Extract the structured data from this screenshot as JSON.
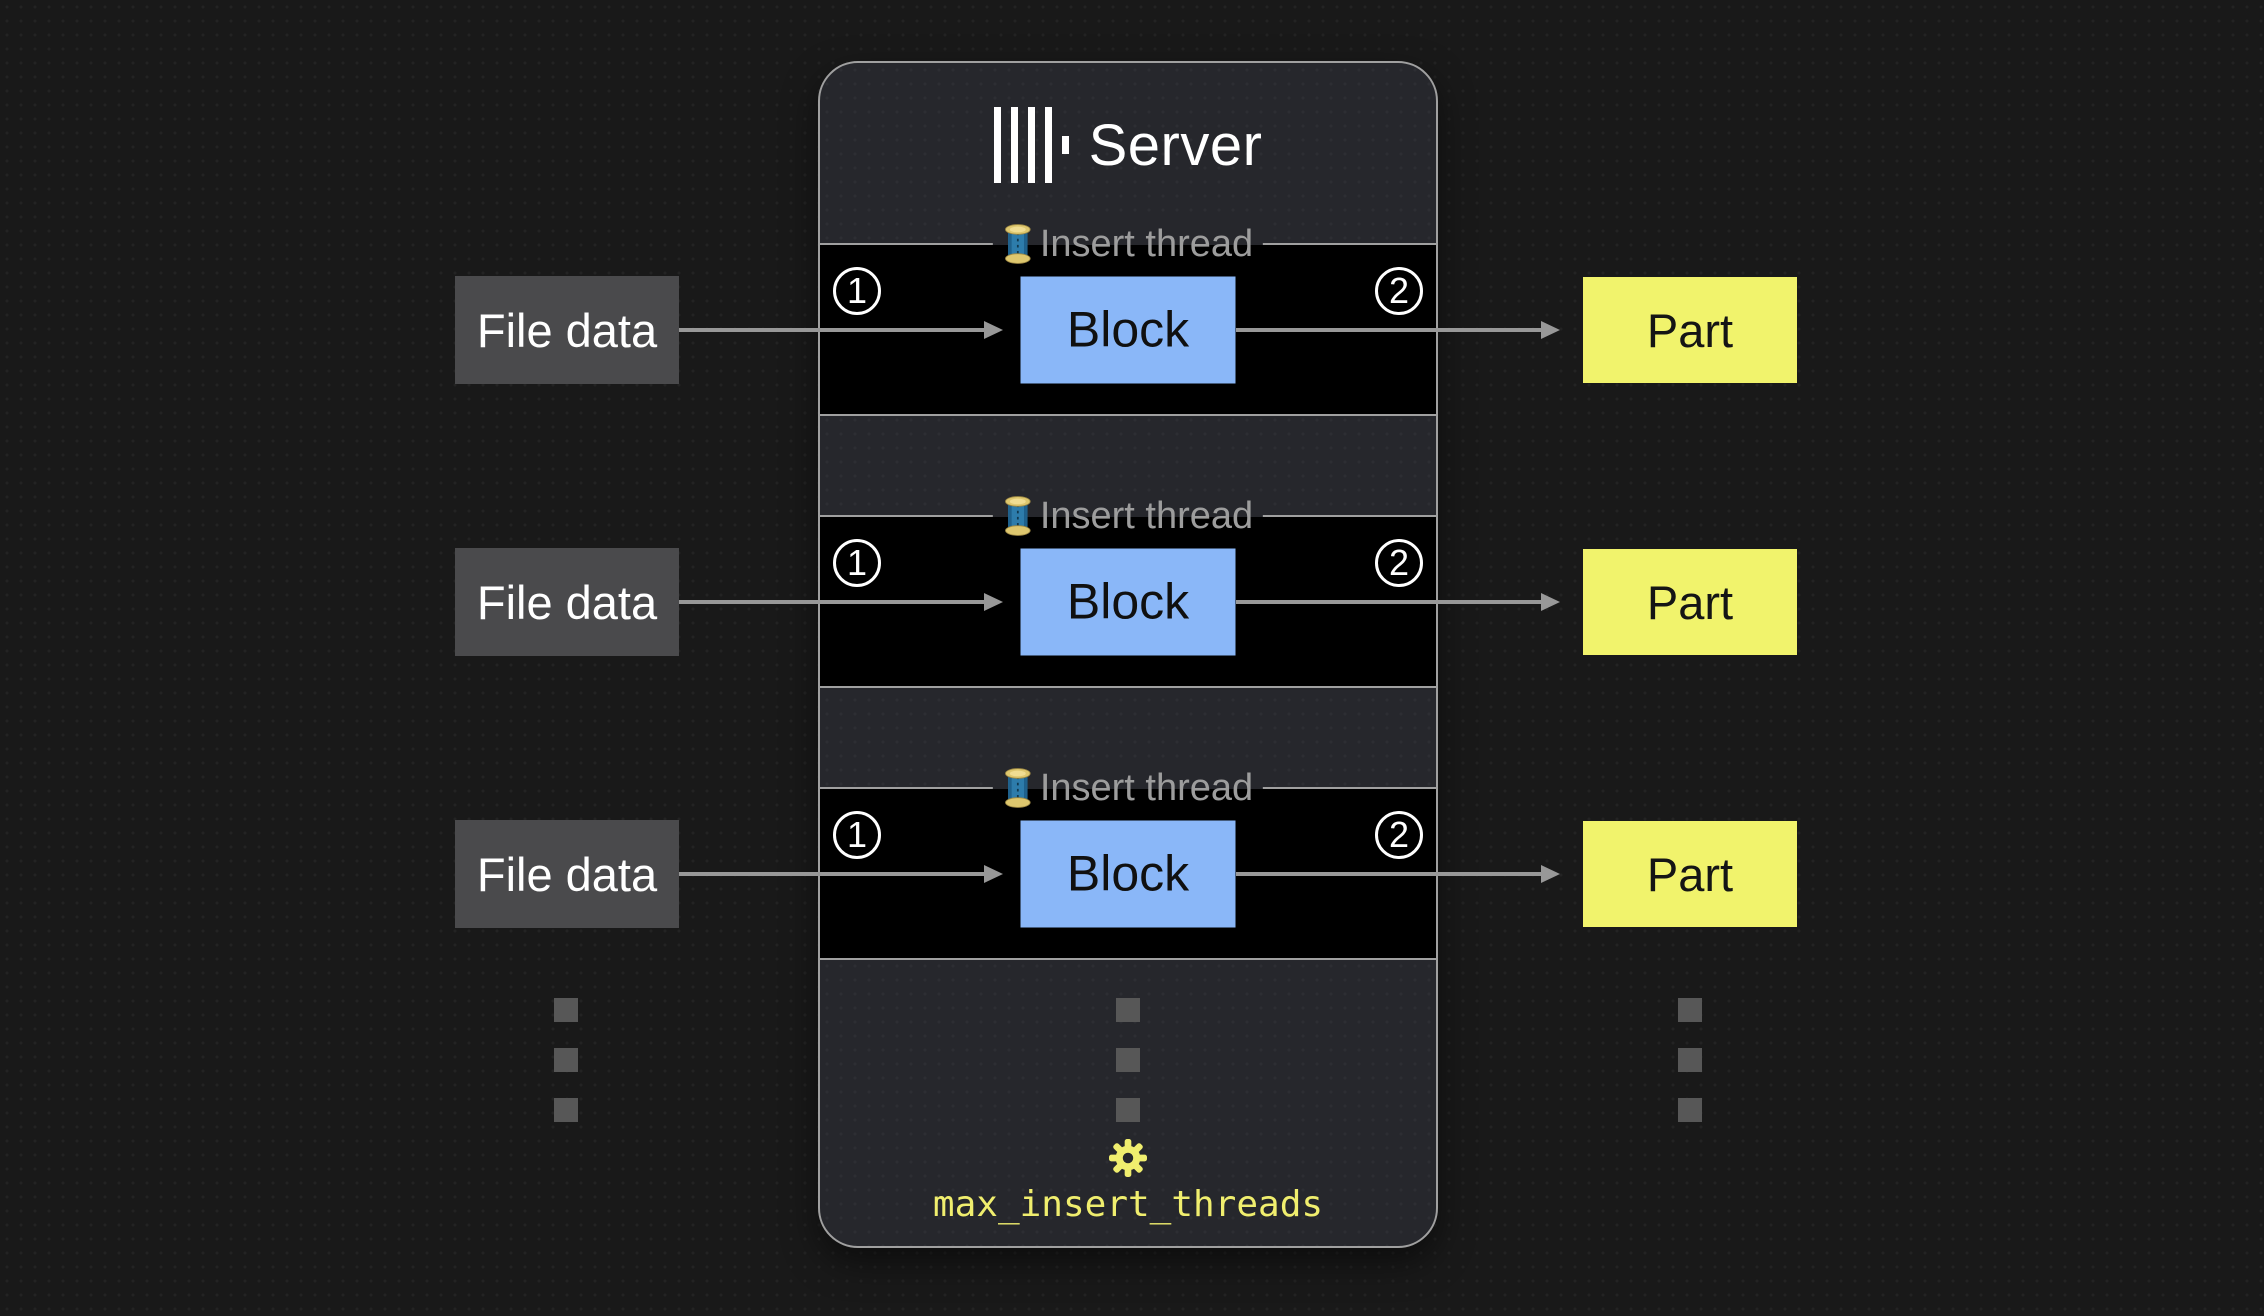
{
  "colors": {
    "page_bg": "#191919",
    "server_bg": "#26272c",
    "row_bg": "#000000",
    "border": "#a0a0a0",
    "block_fill": "#8ab7f8",
    "part_fill": "#f1f36c",
    "input_fill": "#4a4a4c",
    "muted_text": "#9d9d9d",
    "arrow": "#989898",
    "accent_yellow": "#f0ee6e"
  },
  "server": {
    "title": "Server",
    "logo_icon": "clickhouse-bars-logo",
    "gear_icon": "gear",
    "setting": "max_insert_threads"
  },
  "threads": [
    {
      "icon": "thread-spool",
      "label": "Insert thread",
      "step_in": "1",
      "block": "Block",
      "step_out": "2"
    },
    {
      "icon": "thread-spool",
      "label": "Insert thread",
      "step_in": "1",
      "block": "Block",
      "step_out": "2"
    },
    {
      "icon": "thread-spool",
      "label": "Insert thread",
      "step_in": "1",
      "block": "Block",
      "step_out": "2"
    }
  ],
  "inputs": [
    {
      "label": "File data"
    },
    {
      "label": "File data"
    },
    {
      "label": "File data"
    }
  ],
  "outputs": [
    {
      "label": "Part"
    },
    {
      "label": "Part"
    },
    {
      "label": "Part"
    }
  ]
}
